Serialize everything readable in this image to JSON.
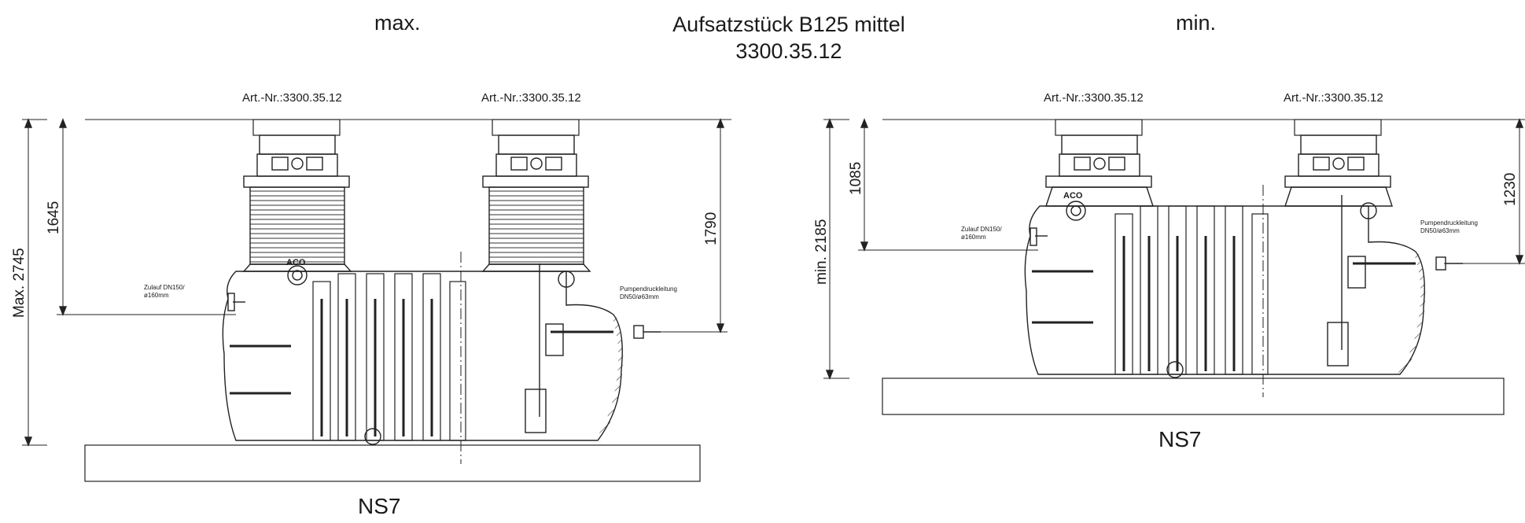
{
  "header": {
    "left": "max.",
    "center_line1": "Aufsatzstück B125 mittel",
    "center_line2": "3300.35.12",
    "right": "min."
  },
  "left_view": {
    "art_nr_1": "Art.-Nr.:3300.35.12",
    "art_nr_2": "Art.-Nr.:3300.35.12",
    "dim_total": "Max. 2745",
    "dim_inlet": "1645",
    "dim_outlet": "1790",
    "inlet_label_1": "Zulauf DN150/",
    "inlet_label_2": "ø160mm",
    "outlet_label_1": "Pumpendruckleitung",
    "outlet_label_2": "DN50/ø63mm",
    "logo": "ACO",
    "base_label": "NS7"
  },
  "right_view": {
    "art_nr_1": "Art.-Nr.:3300.35.12",
    "art_nr_2": "Art.-Nr.:3300.35.12",
    "dim_total": "min. 2185",
    "dim_inlet": "1085",
    "dim_outlet": "1230",
    "inlet_label_1": "Zulauf DN150/",
    "inlet_label_2": "ø160mm",
    "outlet_label_1": "Pumpendruckleitung",
    "outlet_label_2": "DN50/ø63mm",
    "logo": "ACO",
    "base_label": "NS7"
  }
}
